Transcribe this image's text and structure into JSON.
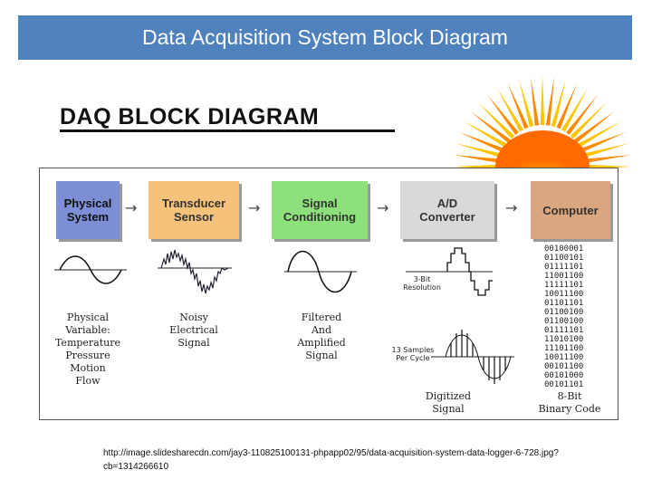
{
  "slide": {
    "title": "Data Acquisition System Block Diagram",
    "heading": "DAQ BLOCK DIAGRAM",
    "source": "http://image.slidesharecdn.com/jay3-110825100131-phpapp02/95/data-acquisition-system-data-logger-6-728.jpg?cb=1314266610"
  },
  "diagram": {
    "blocks": [
      {
        "line1": "Physical",
        "line2": "System",
        "color": "#7c8fd6"
      },
      {
        "line1": "Transducer",
        "line2": "Sensor",
        "color": "#f4c27a"
      },
      {
        "line1": "Signal",
        "line2": "Conditioning",
        "color": "#8ee07c"
      },
      {
        "line1": "A/D",
        "line2": "Converter",
        "color": "#d9d9d9"
      },
      {
        "line1": "Computer",
        "line2": "",
        "color": "#d9a680"
      }
    ],
    "captions": {
      "physical": [
        "Physical",
        "Variable:",
        "Temperature",
        "Pressure",
        "Motion",
        "Flow"
      ],
      "noisy": [
        "Noisy",
        "Electrical",
        "Signal"
      ],
      "filtered": [
        "Filtered",
        "And",
        "Amplified",
        "Signal"
      ],
      "digitized": [
        "Digitized",
        "Signal"
      ],
      "binary": [
        "8-Bit",
        "Binary Code"
      ]
    },
    "resolution_label": [
      "3-Bit",
      "Resolution"
    ],
    "samples_label": [
      "13 Samples",
      "Per Cycle"
    ],
    "binary_codes": [
      "00100001",
      "01100101",
      "01111101",
      "11001100",
      "11111101",
      "10011100",
      "01101101",
      "01100100",
      "01100100",
      "01111101",
      "11010100",
      "11101100",
      "10011100",
      "00101100",
      "00101000",
      "00101101"
    ]
  }
}
